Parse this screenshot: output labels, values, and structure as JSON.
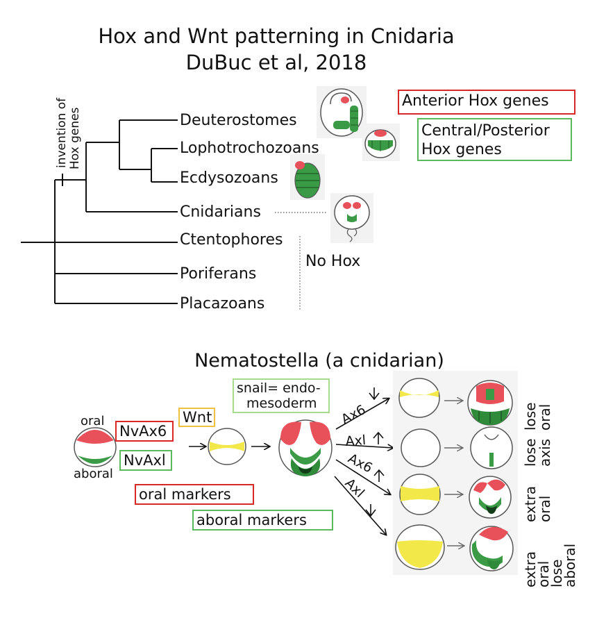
{
  "title": {
    "line1": "Hox and Wnt patterning in Cnidaria",
    "line2": "DuBuc et al, 2018"
  },
  "tree": {
    "invention_line1": "invention of",
    "invention_line2": "Hox genes",
    "taxa": [
      "Deuterostomes",
      "Lophotrochozoans",
      "Ecdysozoans",
      "Cnidarians",
      "Ctentophores",
      "Poriferans",
      "Placazoans"
    ],
    "no_hox": "No Hox"
  },
  "legend": {
    "anterior": "Anterior Hox genes",
    "central_line1": "Central/Posterior",
    "central_line2": "Hox genes"
  },
  "nematostella": {
    "title": "Nematostella (a cnidarian)",
    "oral": "oral",
    "aboral": "aboral",
    "nvax6": "NvAx6",
    "nvaxl": "NvAxl",
    "wnt": "Wnt",
    "snail_line1": "snail= endo-",
    "snail_line2": "mesoderm",
    "oral_markers": "oral markers",
    "aboral_markers": "aboral markers",
    "arrows": [
      "Ax6",
      "Axl",
      "Ax6",
      "Axl"
    ],
    "outcomes": [
      {
        "line1": "lose",
        "line2": "oral"
      },
      {
        "line1": "lose",
        "line2": "axis"
      },
      {
        "line1": "extra",
        "line2": "oral"
      },
      {
        "line1": "extra",
        "line2": "oral",
        "line3": "lose",
        "line4": "aboral"
      }
    ]
  },
  "colors": {
    "red": "#e8505a",
    "green": "#3a9a45",
    "yellow": "#f2e84a",
    "red_box": "#d92626",
    "green_box": "#5cb85c",
    "yellow_box": "#f0c040"
  }
}
